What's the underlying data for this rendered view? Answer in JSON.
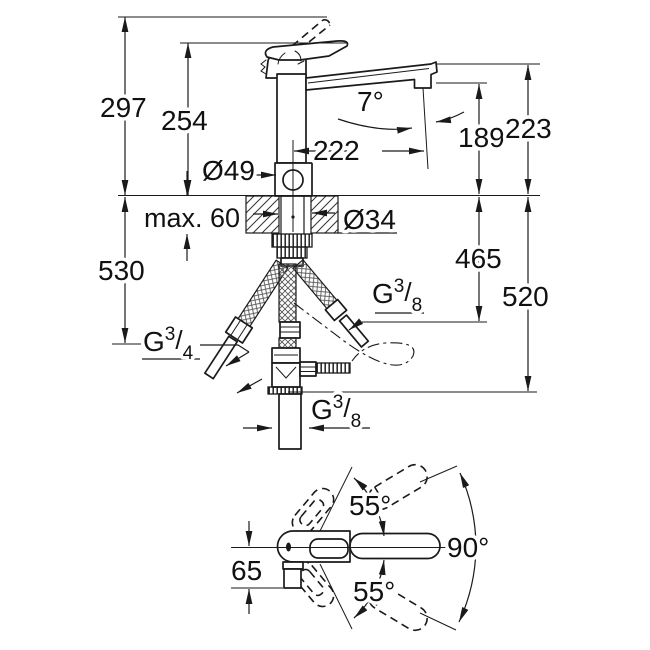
{
  "drawing": {
    "kind": "faucet-installation-dimension-drawing",
    "units": "mm"
  },
  "labels": {
    "height_overall": "297",
    "height_to_lever": "254",
    "base_diameter": "Ø49",
    "counter_thickness": "max. 60",
    "below_counter_length": "530",
    "spout_stream_angle": "7°",
    "spout_reach": "222",
    "outlet_height": "189",
    "spout_tip_height": "223",
    "hole_diameter": "Ø34",
    "hose_connection_length": "465",
    "hose_total_length": "520",
    "handle_swivel_up": "55°",
    "swivel_range": "90°",
    "handle_swivel_down": "55°",
    "handle_offset": "65",
    "thread_left": {
      "g": "G",
      "numerator": "3",
      "slash": "/",
      "denominator": "4"
    },
    "thread_right": {
      "g": "G",
      "numerator": "3",
      "slash": "/",
      "denominator": "8"
    },
    "thread_bottom": {
      "g": "G",
      "numerator": "3",
      "slash": "/",
      "denominator": "8"
    }
  }
}
